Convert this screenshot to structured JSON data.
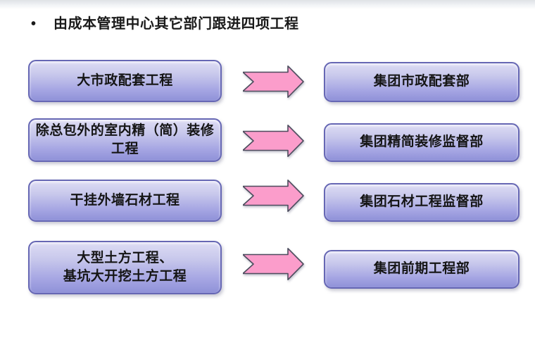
{
  "slide": {
    "bullet": "•",
    "title": "由成本管理中心其它部门跟进四项工程"
  },
  "colors": {
    "box_fill_top": "#dddcf4",
    "box_fill_bottom": "#8f91d8",
    "box_border": "#6667b4",
    "arrow_fill": "#fb9dcb",
    "arrow_outline": "#4d4d5e",
    "text": "#1a1a1a",
    "background": "#ffffff"
  },
  "rows": [
    {
      "source": "大市政配套工程",
      "target": "集团市政配套部"
    },
    {
      "source": "除总包外的室内精（简）装修\n工程",
      "target": "集团精简装修监督部"
    },
    {
      "source": "干挂外墙石材工程",
      "target": "集团石材工程监督部"
    },
    {
      "source": "大型土方工程、\n基坑大开挖土方工程",
      "target": "集团前期工程部"
    }
  ]
}
